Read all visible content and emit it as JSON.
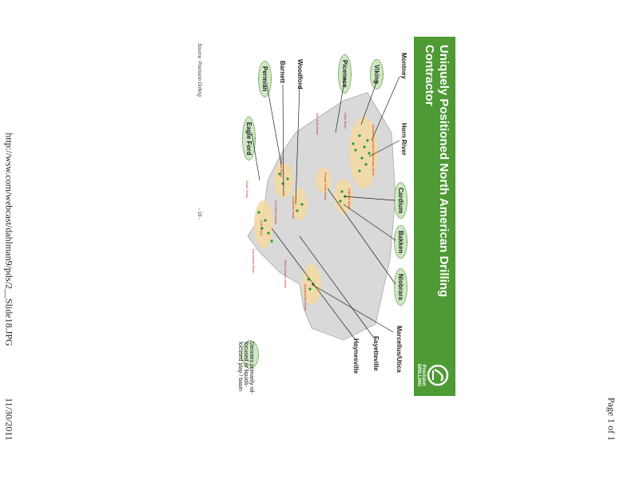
{
  "header": {
    "page_counter": "Page 1 of 1"
  },
  "footer": {
    "url": "http://wsw.com/webcast/dahlman9/pds/2__Slide18.JPG",
    "date": "11/30/2011"
  },
  "slide": {
    "title": "Uniquely Positioned North American Drilling Contractor",
    "logo_caption": "Precision DRILLING",
    "source": "Source: Precision Drilling",
    "page_number": "- 18 -",
    "legend_text": "Denotes primarily oil-focused or liquids-focused play / basin",
    "plays": [
      "Montney",
      "Horn River",
      "Cardium",
      "Bakken",
      "Niobrara",
      "Marcellus/Utica",
      "Fayetteville",
      "Haynesville",
      "Eagle Ford",
      "Permian",
      "Barnett",
      "Woodford",
      "Picenace",
      "Viking"
    ],
    "basins": [
      "Western Canada Sedimentary Basin",
      "Williston Basin",
      "Powder River Basin",
      "Anadarko Basin",
      "Permian Basin",
      "Gulf Coast",
      "Black Warrior Basin",
      "Appalachian Basin",
      "Fort Worth Basin",
      "Tuscaloosa Basin",
      "South Texas",
      "Uinta Basin",
      "San Juan Basin"
    ],
    "colors": {
      "banner": "#4e9a35",
      "oil_oval": "#cfe8c4",
      "basin_fill": "#f3d9a4",
      "land": "#d9d9d9",
      "rig_dot": "#1e9e2e"
    }
  }
}
